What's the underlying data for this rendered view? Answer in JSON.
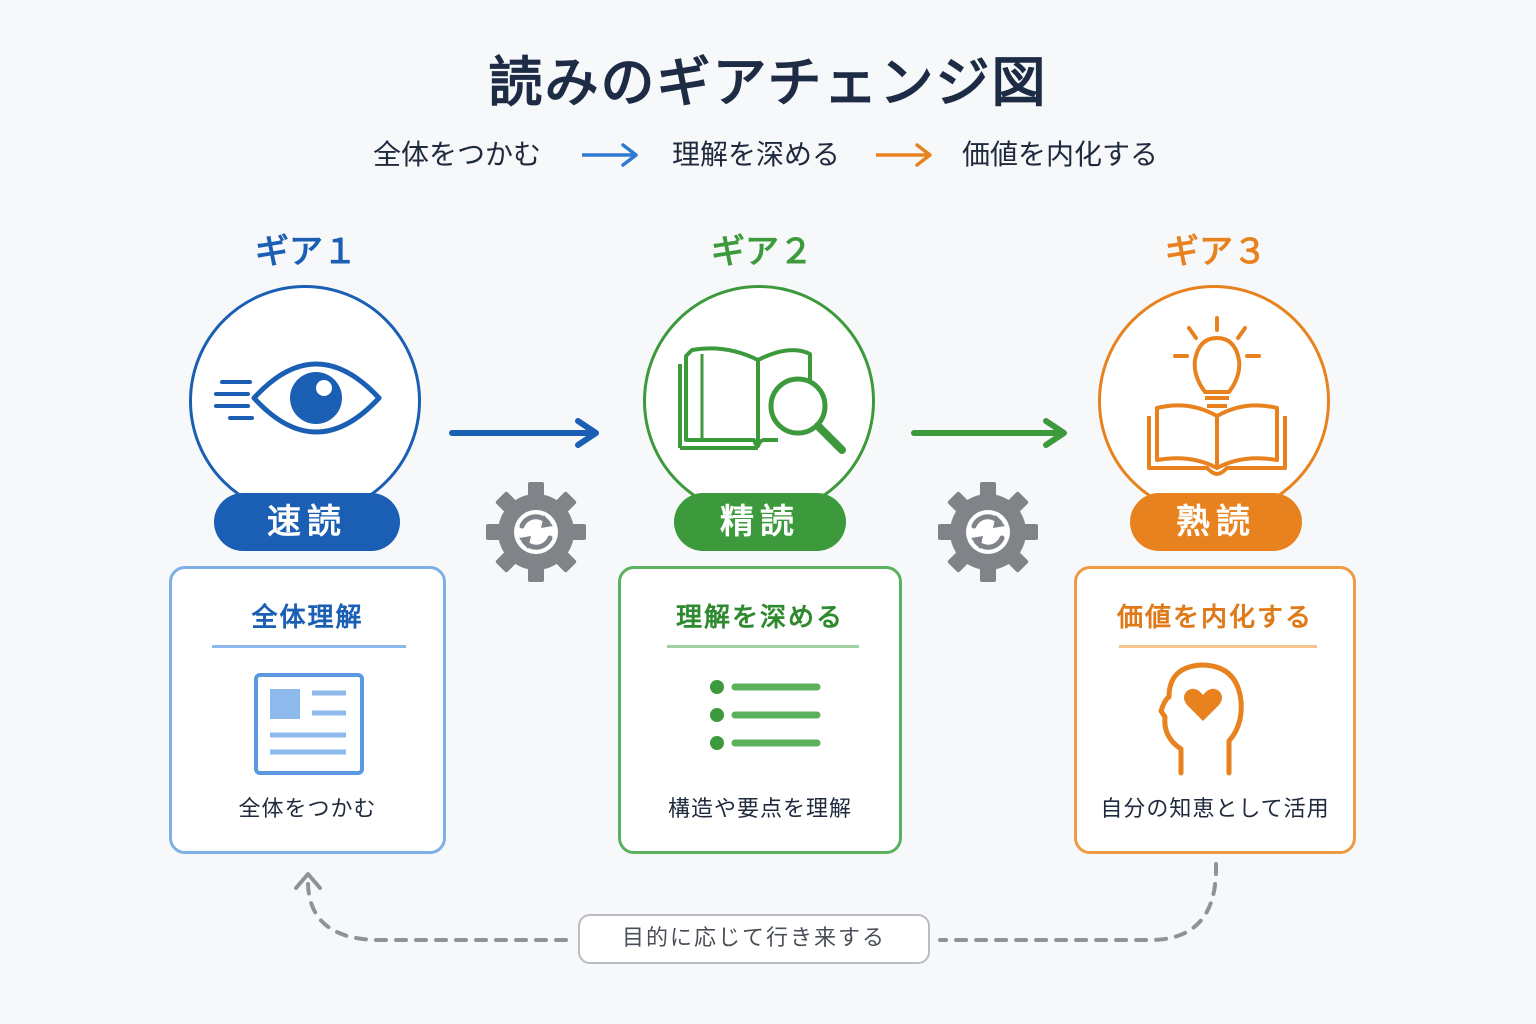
{
  "title": "読みのギアチェンジ図",
  "flow": {
    "step1": "全体をつかむ",
    "step2": "理解を深める",
    "step3": "価値を内化する",
    "arrow1_color": "#2f7ad0",
    "arrow2_color": "#e88420"
  },
  "gears": [
    {
      "label": "ギア１",
      "icon": "speed-eye-icon",
      "pill": "速読",
      "card_title": "全体理解",
      "card_icon": "document-layout-icon",
      "caption": "全体をつかむ",
      "color": "#1a5fb4",
      "light_color": "#8db9ec"
    },
    {
      "label": "ギア２",
      "icon": "book-magnifier-icon",
      "pill": "精読",
      "card_title": "理解を深める",
      "card_icon": "bullet-list-icon",
      "caption": "構造や要点を理解",
      "color": "#3c9a3c",
      "light_color": "#9fd29f"
    },
    {
      "label": "ギア３",
      "icon": "lightbulb-book-icon",
      "pill": "熟読",
      "card_title": "価値を内化する",
      "card_icon": "head-heart-icon",
      "caption": "自分の知恵として活用",
      "color": "#e8821e",
      "light_color": "#f5c48f"
    }
  ],
  "connectors": {
    "arrow1_color": "#1a5fb4",
    "arrow2_color": "#3c9a3c",
    "gear_icon": "gear-refresh-icon",
    "gear_color": "#808489"
  },
  "return_loop": {
    "label": "目的に応じて行き来する",
    "color": "#8f9399"
  }
}
